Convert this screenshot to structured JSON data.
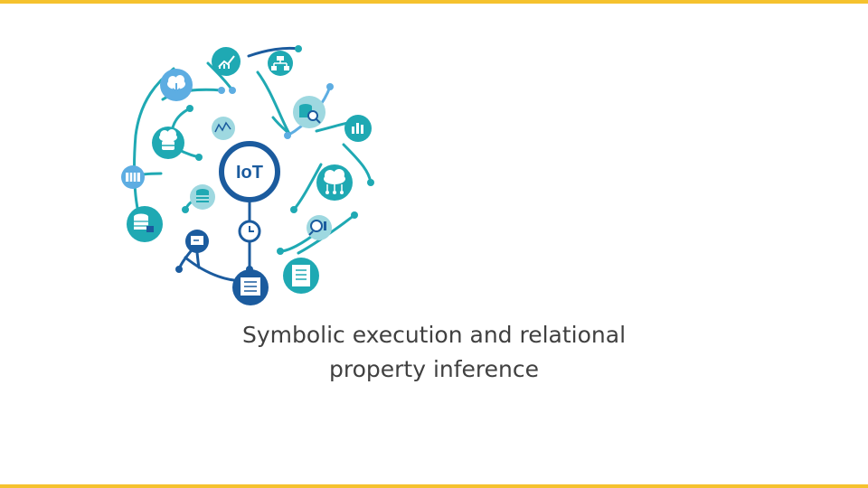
{
  "slide": {
    "caption_line1": "Symbolic execution and relational",
    "caption_line2": "property inference",
    "accent_color": "#F5C22E"
  },
  "graphic": {
    "hub_label": "IoT",
    "colors": {
      "teal": "#1FA9B3",
      "blue": "#1B5B9E",
      "light_blue": "#5DADE2",
      "node_light": "#9ED8E0"
    },
    "icons": [
      "line-chart-icon",
      "network-icon",
      "cloud-download-icon",
      "database-search-icon",
      "activity-chart-icon",
      "bar-chart-icon",
      "cloud-database-icon",
      "server-rack-icon",
      "cloud-network-icon",
      "database-icon",
      "database-lock-icon",
      "search-chart-icon",
      "monitor-icon",
      "document-icon",
      "building-icon",
      "clock-icon"
    ]
  }
}
